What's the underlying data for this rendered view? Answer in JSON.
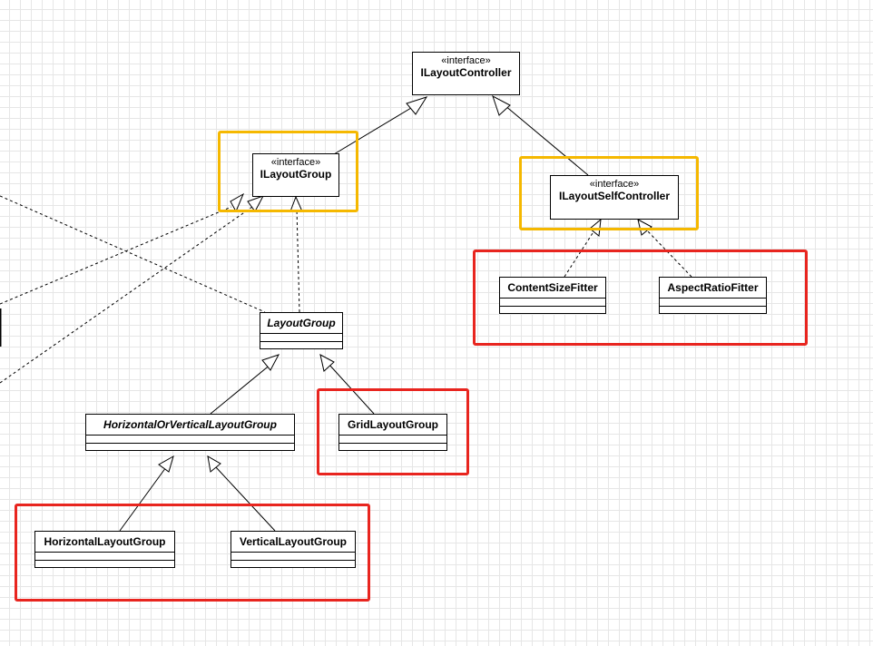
{
  "colors": {
    "highlight_red": "#e8251f",
    "highlight_yellow": "#f5b800",
    "line": "#000000",
    "grid": "#e6e6e6"
  },
  "interfaces": {
    "layout_controller": {
      "stereotype": "«interface»",
      "name": "ILayoutController"
    },
    "layout_group": {
      "stereotype": "«interface»",
      "name": "ILayoutGroup"
    },
    "layout_self_controller": {
      "stereotype": "«interface»",
      "name": "ILayoutSelfController"
    }
  },
  "classes": {
    "layout_group": {
      "name": "LayoutGroup",
      "abstract": true
    },
    "horizontal_or_vertical_layout_group": {
      "name": "HorizontalOrVerticalLayoutGroup",
      "abstract": true
    },
    "grid_layout_group": {
      "name": "GridLayoutGroup",
      "abstract": false
    },
    "horizontal_layout_group": {
      "name": "HorizontalLayoutGroup",
      "abstract": false
    },
    "vertical_layout_group": {
      "name": "VerticalLayoutGroup",
      "abstract": false
    },
    "content_size_fitter": {
      "name": "ContentSizeFitter",
      "abstract": false
    },
    "aspect_ratio_fitter": {
      "name": "AspectRatioFitter",
      "abstract": false
    }
  },
  "relations": [
    {
      "from": "ILayoutGroup",
      "to": "ILayoutController",
      "kind": "generalization"
    },
    {
      "from": "ILayoutSelfController",
      "to": "ILayoutController",
      "kind": "generalization"
    },
    {
      "from": "LayoutGroup",
      "to": "ILayoutGroup",
      "kind": "realization"
    },
    {
      "from": "ContentSizeFitter",
      "to": "ILayoutSelfController",
      "kind": "realization"
    },
    {
      "from": "AspectRatioFitter",
      "to": "ILayoutSelfController",
      "kind": "realization"
    },
    {
      "from": "HorizontalOrVerticalLayoutGroup",
      "to": "LayoutGroup",
      "kind": "generalization"
    },
    {
      "from": "GridLayoutGroup",
      "to": "LayoutGroup",
      "kind": "generalization"
    },
    {
      "from": "HorizontalLayoutGroup",
      "to": "HorizontalOrVerticalLayoutGroup",
      "kind": "generalization"
    },
    {
      "from": "VerticalLayoutGroup",
      "to": "HorizontalOrVerticalLayoutGroup",
      "kind": "generalization"
    }
  ]
}
